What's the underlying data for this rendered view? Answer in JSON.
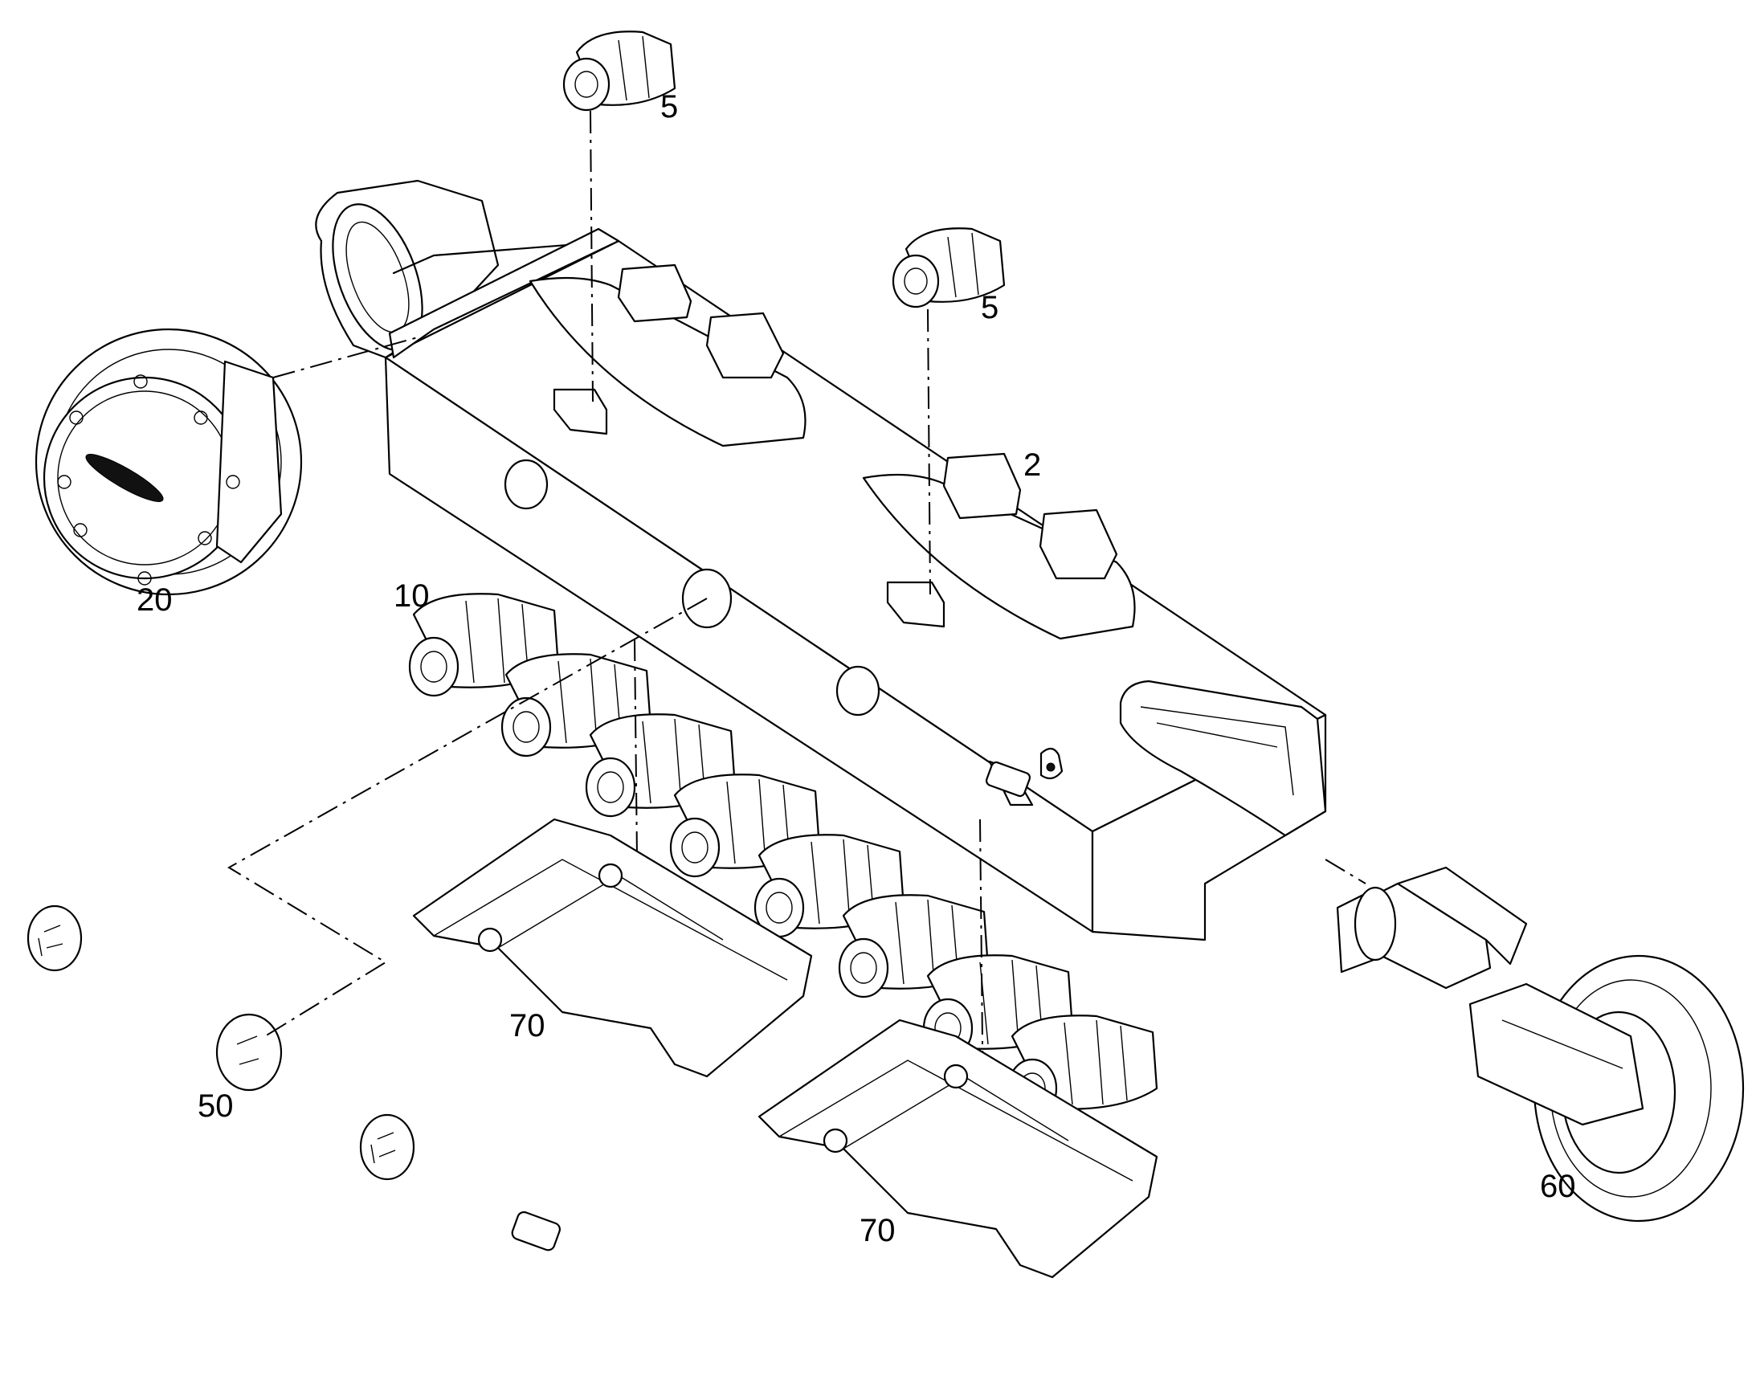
{
  "diagram": {
    "callouts": [
      {
        "id": "frame",
        "label": "2"
      },
      {
        "id": "carrier-roller-front",
        "label": "5"
      },
      {
        "id": "carrier-roller-rear",
        "label": "5"
      },
      {
        "id": "track-roller",
        "label": "10"
      },
      {
        "id": "final-drive-sprocket",
        "label": "20"
      },
      {
        "id": "cover-plate",
        "label": "50"
      },
      {
        "id": "idler",
        "label": "60"
      },
      {
        "id": "roller-guard-front",
        "label": "70"
      },
      {
        "id": "roller-guard-rear",
        "label": "70"
      }
    ]
  }
}
